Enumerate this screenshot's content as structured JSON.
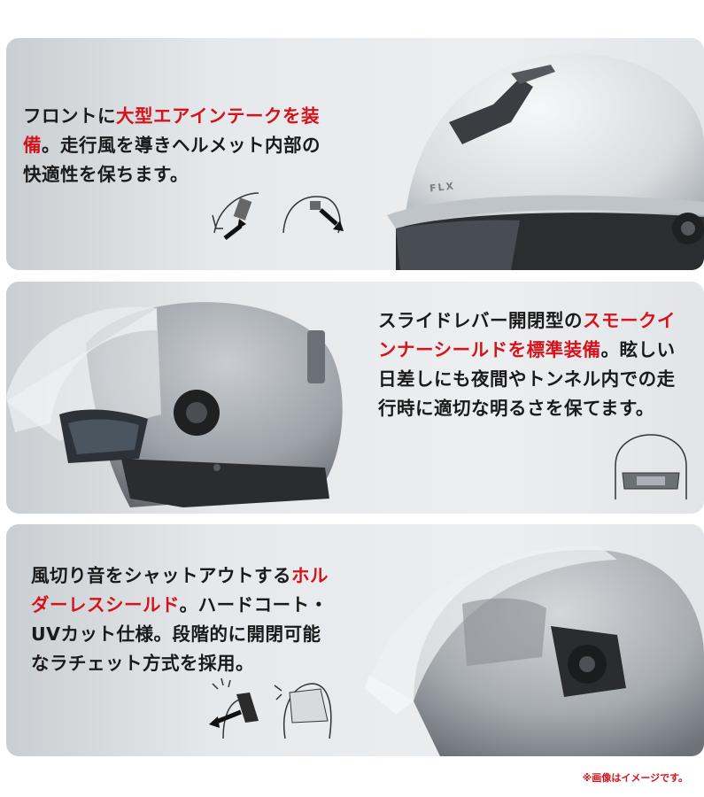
{
  "panel1": {
    "text_pre": "フロントに",
    "text_red": "大型エアインテークを装備",
    "text_post": "。走行風を導きヘルメット内部の快適性を保ちます。",
    "helmet_badge": "FLX"
  },
  "panel2": {
    "text_pre": "スライドレバー開閉型の",
    "text_red": "スモークインナーシールドを標準装備",
    "text_post": "。眩しい日差しにも夜間やトンネル内での走行時に適切な明るさを保てます。"
  },
  "panel3": {
    "text_pre": "風切り音をシャットアウトする",
    "text_red": "ホルダーレスシールド",
    "text_post": "。ハードコート・UVカット仕様。段階的に開閉可能なラチェット方式を採用。"
  },
  "note": "※画像はイメージです。",
  "colors": {
    "accent": "#d6131b",
    "text": "#1a1a1a",
    "panel": "#e6e9eb"
  }
}
